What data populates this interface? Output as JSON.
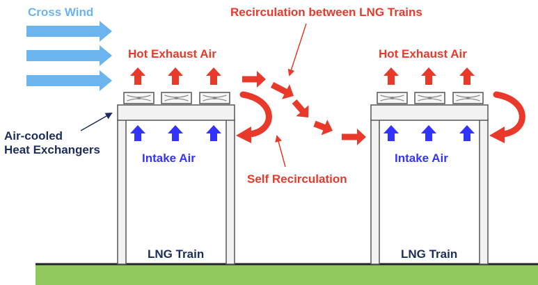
{
  "labels": {
    "cross_wind": "Cross Wind",
    "recirculation_between": "Recirculation between LNG Trains",
    "hot_exhaust_air": "Hot Exhaust Air",
    "air_cooled_line1": "Air-cooled",
    "air_cooled_line2": "Heat Exchangers",
    "intake_air": "Intake Air",
    "self_recirculation": "Self Recirculation",
    "lng_train": "LNG Train"
  },
  "colors": {
    "cross_wind": "#6cb4ee",
    "recirculation": "#e8392b",
    "intake": "#3333ff",
    "navy": "#1b2d5c",
    "structure_fill": "#f2f2f2",
    "structure_stroke": "#555555",
    "ground": "#92c95f",
    "ground_edge": "#222222"
  },
  "icons": {
    "cross_wind": "arrow-right-icon",
    "hot_exhaust": "arrow-up-icon",
    "intake": "arrow-up-icon",
    "self_recirculation": "curved-arrow-icon",
    "fan": "fan-icon"
  }
}
